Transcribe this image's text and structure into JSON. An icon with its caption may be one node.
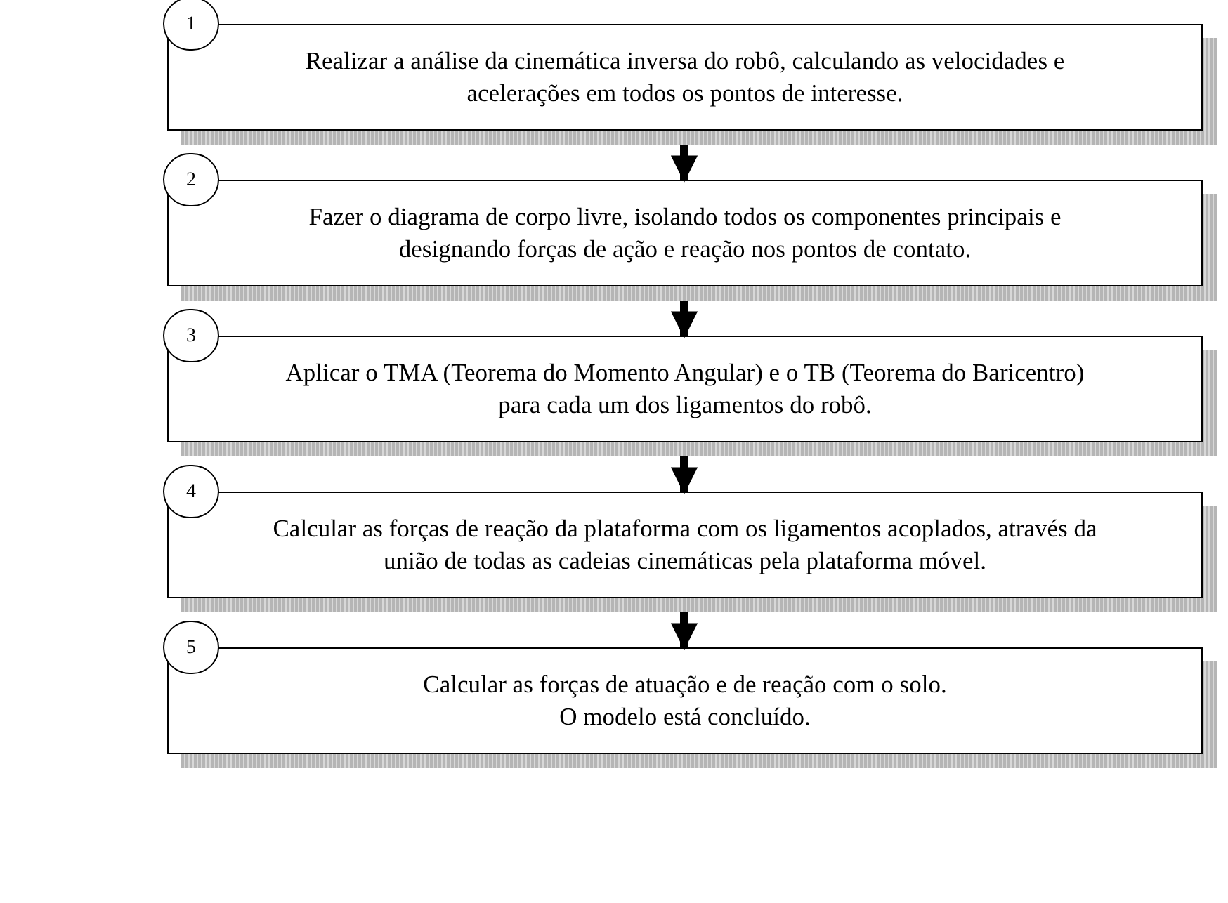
{
  "diagram": {
    "nodes": [
      {
        "text": [
          "1"
        ]
      },
      {
        "text": [
          "Realizar a análise da cinemática inversa do robô, calculando as velocidades e acelerações em todos os pontos de interesse."
        ]
      },
      {
        "text": [
          "2"
        ]
      },
      {
        "text": [
          "Fazer o diagrama de corpo livre, isolando todos os componentes principais e designando forças de ação e reação nos pontos de contato."
        ]
      },
      {
        "text": [
          "3"
        ]
      },
      {
        "text": [
          "Aplicar o TMA (Teorema do Momento Angular) e o TB (Teorema do Baricentro) para cada um dos ligamentos do robô."
        ]
      },
      {
        "text": [
          "4"
        ]
      },
      {
        "text": [
          "Calcular as forças de reação da plataforma com os ligamentos acoplados, através da união de todas as cadeias cinemáticas pela plataforma móvel."
        ]
      },
      {
        "text": [
          "5"
        ]
      },
      {
        "text": [
          "Calcular as forças de atuação e de reação com o solo.",
          "O modelo está concluído."
        ]
      }
    ],
    "edges": [
      {
        "from": 1,
        "to": 3,
        "arrow": "to"
      },
      {
        "from": 3,
        "to": 5,
        "arrow": "to"
      },
      {
        "from": 5,
        "to": 7,
        "arrow": "to"
      },
      {
        "from": 7,
        "to": 9,
        "arrow": "to"
      }
    ]
  }
}
